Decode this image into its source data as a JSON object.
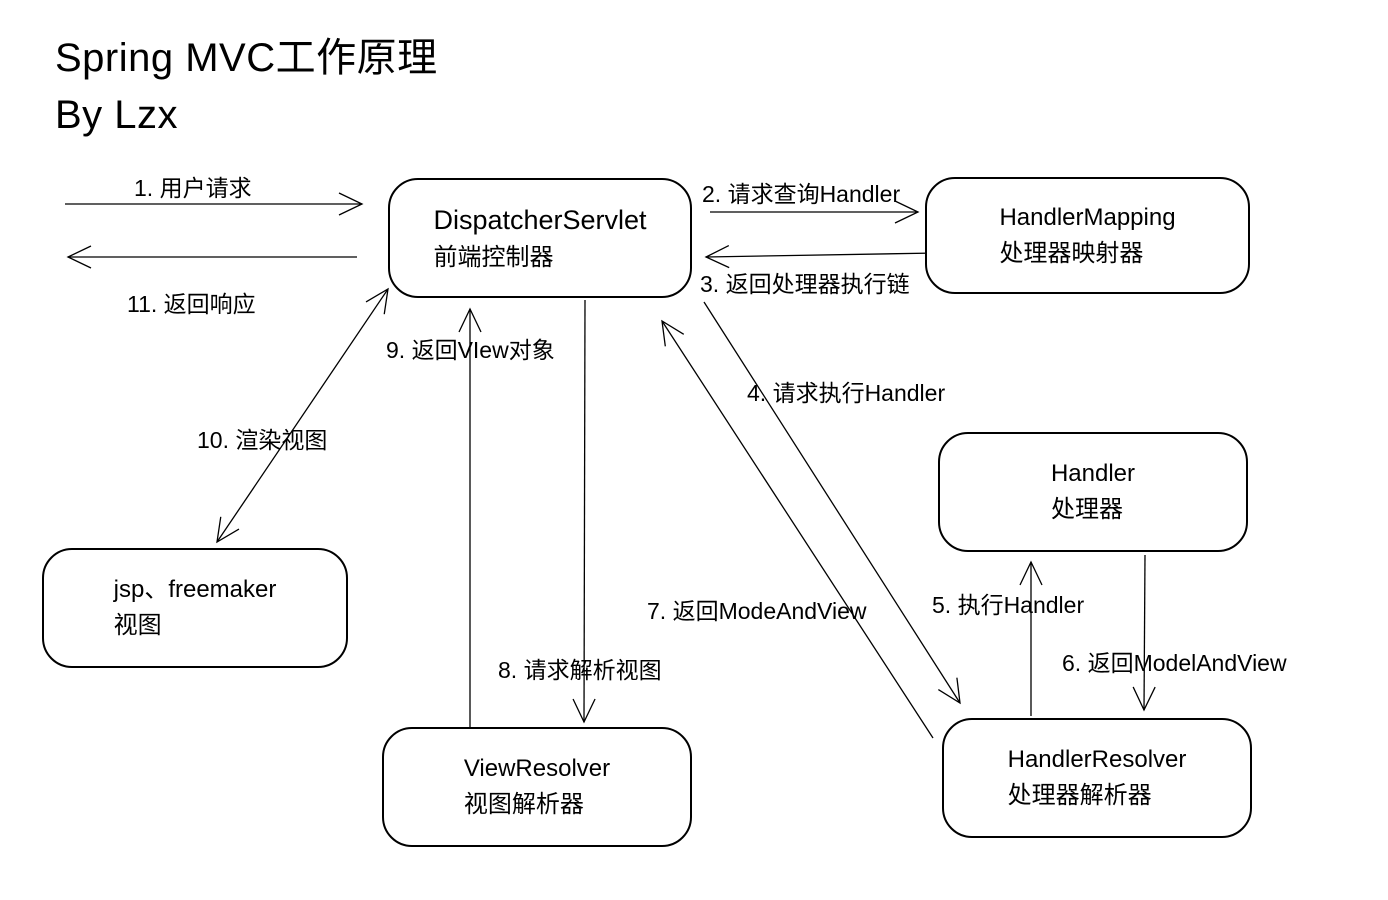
{
  "page": {
    "background_color": "#ffffff",
    "line_color": "#000000",
    "text_color": "#000000"
  },
  "title": "Spring MVC工作原理\nBy Lzx",
  "nodes": {
    "dispatcher_servlet": {
      "name": "DispatcherServlet",
      "caption": "前端控制器"
    },
    "handler_mapping": {
      "name": "HandlerMapping",
      "caption": "处理器映射器"
    },
    "handler": {
      "name": "Handler",
      "caption": "处理器"
    },
    "view": {
      "name": "jsp、freemaker",
      "caption": "视图"
    },
    "view_resolver": {
      "name": "ViewResolver",
      "caption": "视图解析器"
    },
    "handler_resolver": {
      "name": "HandlerResolver",
      "caption": "处理器解析器"
    }
  },
  "edge_labels": {
    "step1": "1. 用户请求",
    "step2": "2. 请求查询Handler",
    "step3": "3. 返回处理器执行链",
    "step4": "4. 请求执行Handler",
    "step5": "5. 执行Handler",
    "step6": "6. 返回ModelAndView",
    "step7": "7. 返回ModeAndView",
    "step8": "8. 请求解析视图",
    "step9": "9. 返回VIew对象",
    "step10": "10. 渲染视图",
    "step11": "11. 返回响应"
  }
}
